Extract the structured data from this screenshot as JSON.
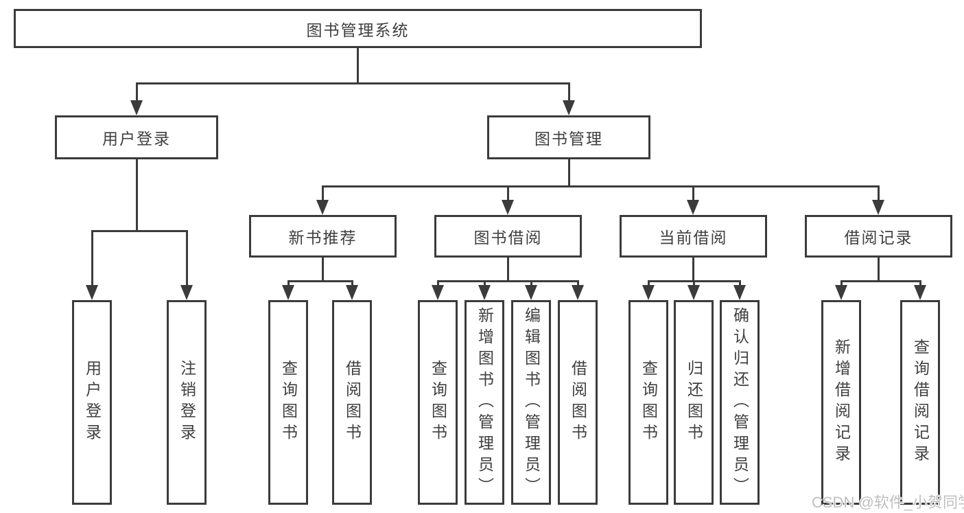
{
  "diagram": {
    "root": {
      "label": "图书管理系统"
    },
    "level2": [
      {
        "label": "用户登录"
      },
      {
        "label": "图书管理"
      }
    ],
    "level3": [
      {
        "label": "新书推荐"
      },
      {
        "label": "图书借阅"
      },
      {
        "label": "当前借阅"
      },
      {
        "label": "借阅记录"
      }
    ],
    "leaves": {
      "user_login": [
        {
          "label": "用户登录"
        },
        {
          "label": "注销登录"
        }
      ],
      "new_books": [
        {
          "label": "查询图书"
        },
        {
          "label": "借阅图书"
        }
      ],
      "book_borrow": [
        {
          "label": "查询图书"
        },
        {
          "label": "新增图书（管理员）"
        },
        {
          "label": "编辑图书（管理员）"
        },
        {
          "label": "借阅图书"
        }
      ],
      "current_borrow": [
        {
          "label": "查询图书"
        },
        {
          "label": "归还图书"
        },
        {
          "label": "确认归还（管理员）"
        }
      ],
      "borrow_records": [
        {
          "label": "新增借阅记录"
        },
        {
          "label": "查询借阅记录"
        }
      ]
    },
    "watermark": "CSDN @软件_小贺同学"
  },
  "colors": {
    "line": "#3b3b3b",
    "text": "#3f3f3f",
    "background": "#ffffff",
    "watermark": "#bfbfbf"
  }
}
